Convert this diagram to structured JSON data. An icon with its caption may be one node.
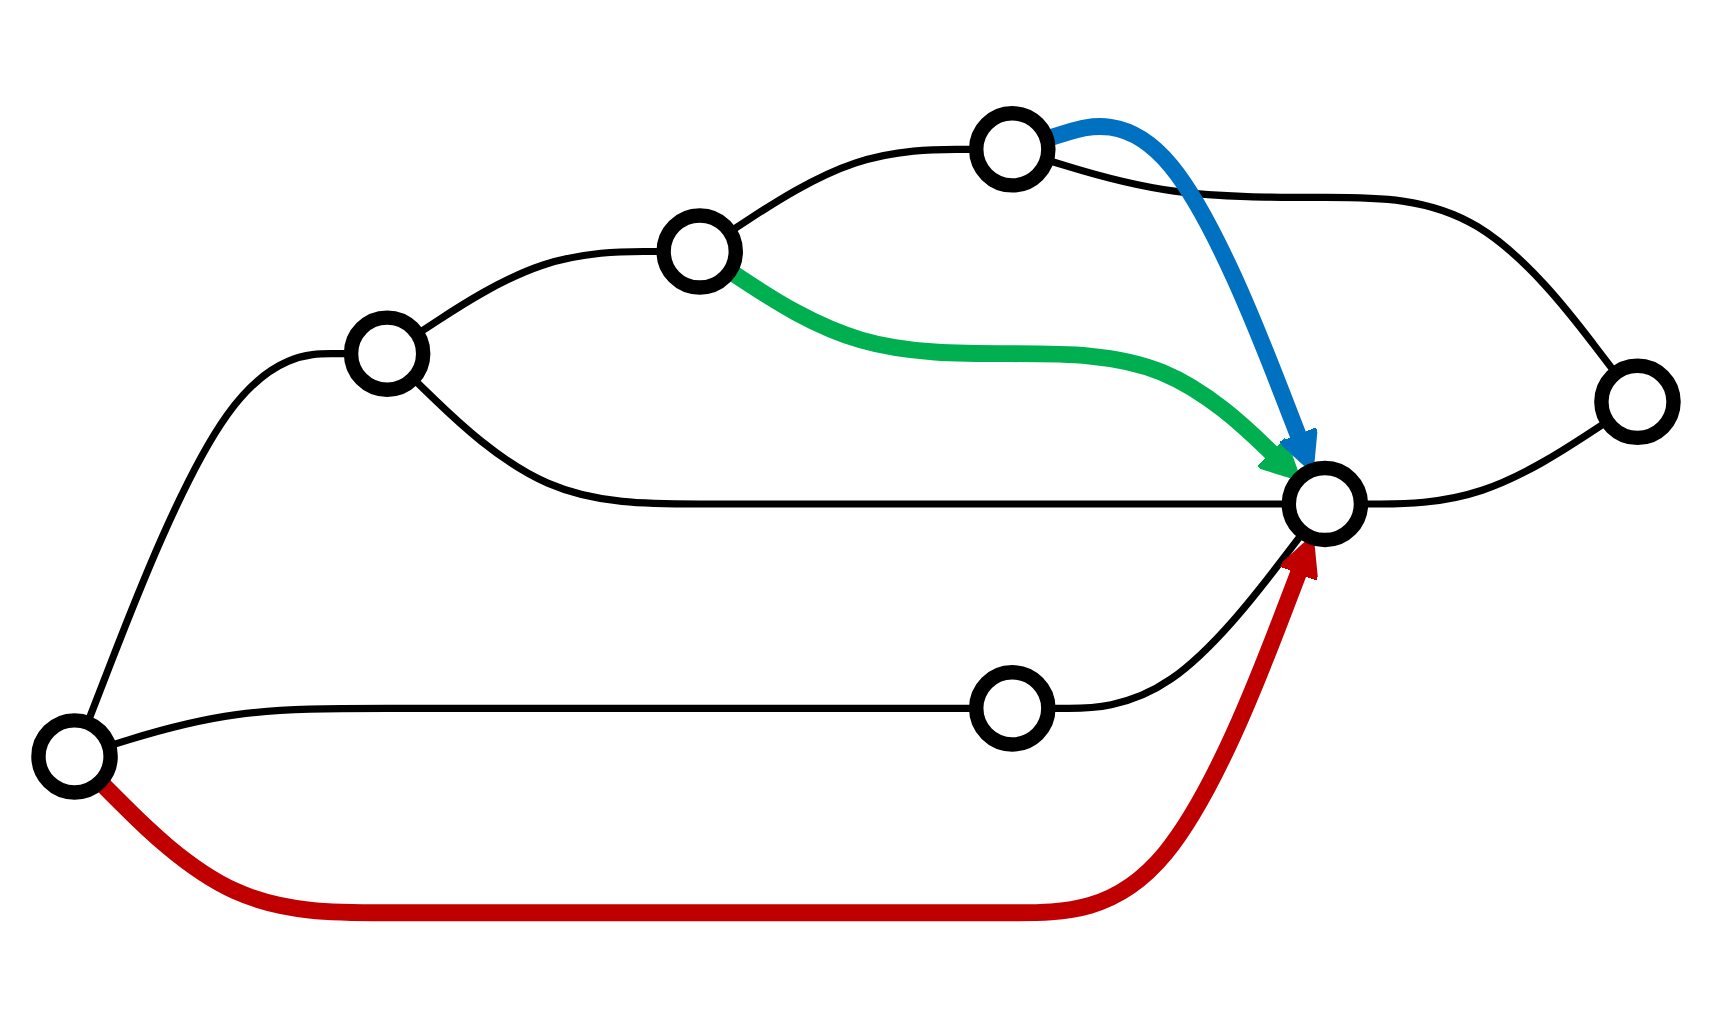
{
  "diagram": {
    "nodes": [
      {
        "text": [],
        "shape": "circle"
      },
      {
        "text": [],
        "shape": "circle"
      },
      {
        "text": [],
        "shape": "circle"
      },
      {
        "text": [],
        "shape": "circle"
      },
      {
        "text": [],
        "shape": "circle"
      },
      {
        "text": [],
        "shape": "circle"
      },
      {
        "text": [],
        "shape": "circle"
      }
    ],
    "edges": [
      {
        "from": 0,
        "to": 1,
        "arrow": "none"
      },
      {
        "from": 1,
        "to": 2,
        "arrow": "none"
      },
      {
        "from": 0,
        "to": 4,
        "arrow": "none"
      },
      {
        "from": 1,
        "to": 5,
        "arrow": "none"
      },
      {
        "from": 2,
        "to": 3,
        "arrow": "none"
      },
      {
        "from": 4,
        "to": 5,
        "arrow": "none"
      },
      {
        "from": 5,
        "to": 6,
        "arrow": "none"
      },
      {
        "from": 6,
        "to": 3,
        "arrow": "none"
      },
      {
        "from": 0,
        "to": 5,
        "arrow": "to",
        "style": "thick",
        "color": "#c00000"
      },
      {
        "from": 2,
        "to": 5,
        "arrow": "to",
        "style": "thick",
        "color": "#00b050"
      },
      {
        "from": 3,
        "to": 5,
        "arrow": "to",
        "style": "thick",
        "color": "#0070c0"
      }
    ]
  }
}
